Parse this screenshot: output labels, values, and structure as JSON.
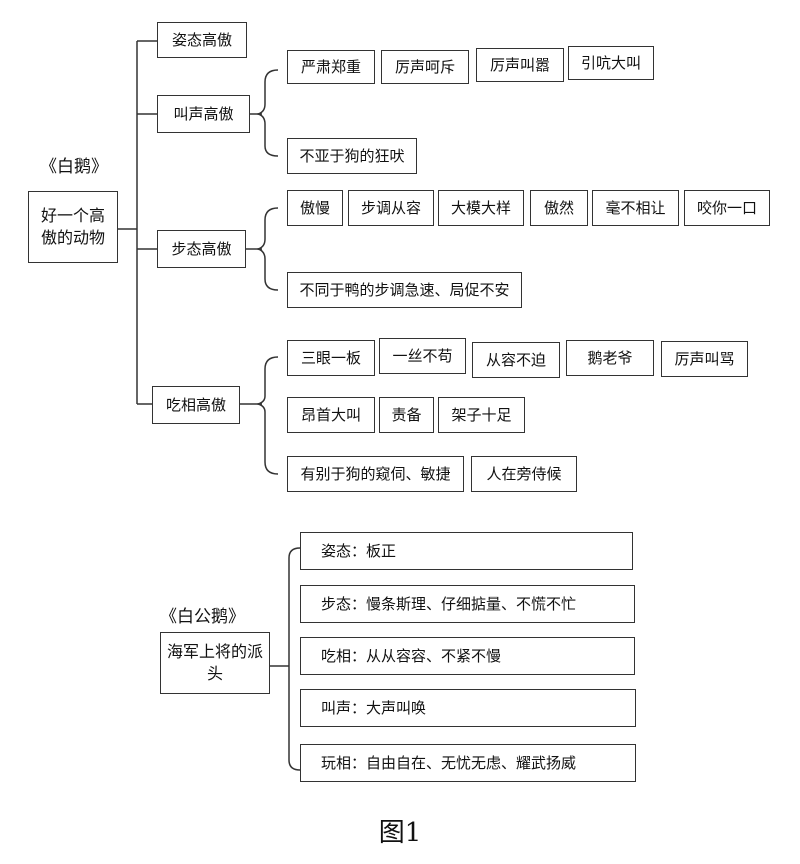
{
  "diagram1": {
    "title": "《白鹅》",
    "root": "好一个高傲的动物",
    "branches": [
      {
        "label": "姿态高傲",
        "groups": []
      },
      {
        "label": "叫声高傲",
        "groups": [
          [
            "严肃郑重",
            "厉声呵斥",
            "厉声叫嚣",
            "引吭大叫"
          ],
          [
            "不亚于狗的狂吠"
          ]
        ]
      },
      {
        "label": "步态高傲",
        "groups": [
          [
            "傲慢",
            "步调从容",
            "大模大样",
            "傲然",
            "毫不相让",
            "咬你一口"
          ],
          [
            "不同于鸭的步调急速、局促不安"
          ]
        ]
      },
      {
        "label": "吃相高傲",
        "groups": [
          [
            "三眼一板",
            "一丝不苟",
            "从容不迫",
            "鹅老爷",
            "厉声叫骂"
          ],
          [
            "昂首大叫",
            "责备",
            "架子十足"
          ],
          [
            "有别于狗的窥伺、敏捷",
            "人在旁侍候"
          ]
        ]
      }
    ]
  },
  "diagram2": {
    "title": "《白公鹅》",
    "root": "海军上将的派头",
    "items": [
      "姿态：板正",
      "步态：慢条斯理、仔细掂量、不慌不忙",
      "吃相：从从容容、不紧不慢",
      "叫声：大声叫唤",
      "玩相：自由自在、无忧无虑、耀武扬威"
    ]
  },
  "caption": "图1"
}
